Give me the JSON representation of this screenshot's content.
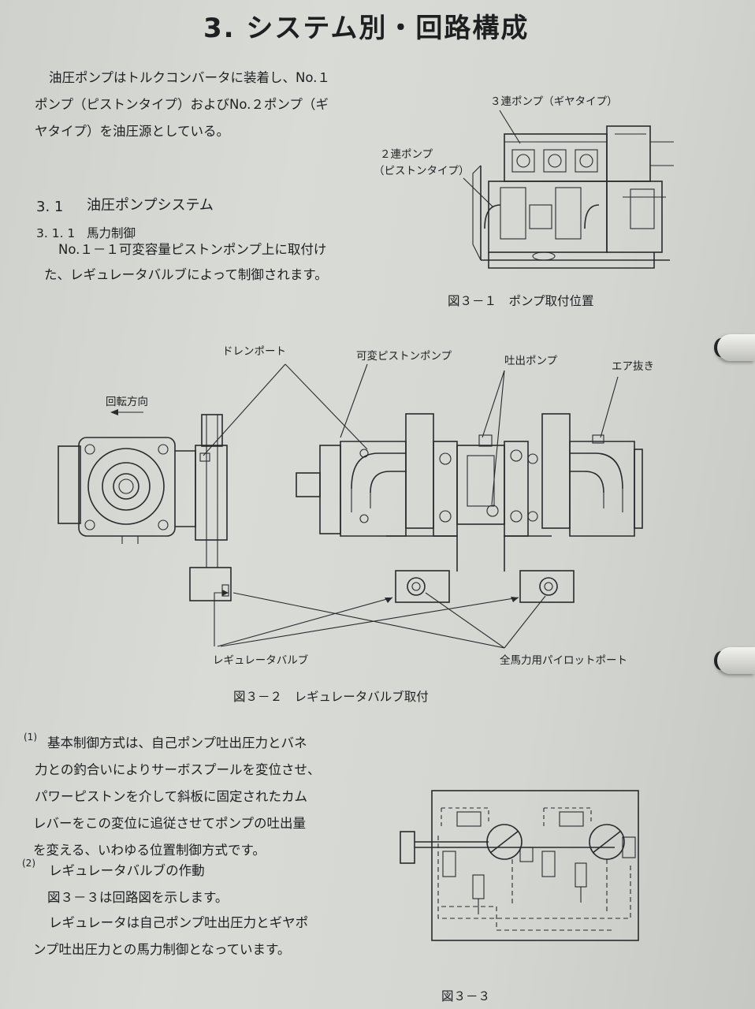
{
  "title": "3.  システム別・回路構成",
  "intro": {
    "line1": "油圧ポンプはトルクコンバータに装着し、No.１",
    "line2": "ポンプ（ピストンタイプ）およびNo.２ポンプ（ギ",
    "line3": "ヤタイプ）を油圧源としている。"
  },
  "section_3_1": {
    "number": "3. 1",
    "heading": "油圧ポンプシステム"
  },
  "section_3_1_1": {
    "number": "3. 1. 1",
    "heading": "馬力制御",
    "line1": "No.１－１可変容量ピストンポンプ上に取付け",
    "line2": "た、レギュレータバルブによって制御されます。"
  },
  "figure_3_1": {
    "label_gear": "３連ポンプ（ギヤタイプ）",
    "label_piston_1": "２連ポンプ",
    "label_piston_2": "（ピストンタイプ）",
    "caption": "図３－１　ポンプ取付位置"
  },
  "figure_3_2": {
    "drain_port": "ドレンポート",
    "variable_piston_pump": "可変ピストンポンプ",
    "discharge_pump": "吐出ポンプ",
    "air_bleed": "エア抜き",
    "rotation_direction": "回転方向",
    "regulator_valve": "レギュレータバルブ",
    "pilot_port": "全馬力用パイロットポート",
    "caption": "図３－２　レギュレータバルブ取付"
  },
  "body": {
    "item1_marker": "(1)",
    "item1_line1": "基本制御方式は、自己ポンプ吐出圧力とバネ",
    "item1_line2": "力との釣合いによりサーボスプールを変位させ、",
    "item1_line3": "パワーピストンを介して斜板に固定されたカム",
    "item1_line4": "レバーをこの変位に追従させてポンプの吐出量",
    "item1_line5": "を変える、いわゆる位置制御方式です。",
    "item2_marker": "(2)",
    "item2_line1": "レギュレータバルブの作動",
    "item2_line2": "図３－３は回路図を示します。",
    "item2_line3": "レギュレータは自己ポンプ吐出圧力とギヤポ",
    "item2_line4": "ンプ吐出圧力との馬力制御となっています。"
  },
  "figure_3_3": {
    "caption": "図３－３"
  }
}
